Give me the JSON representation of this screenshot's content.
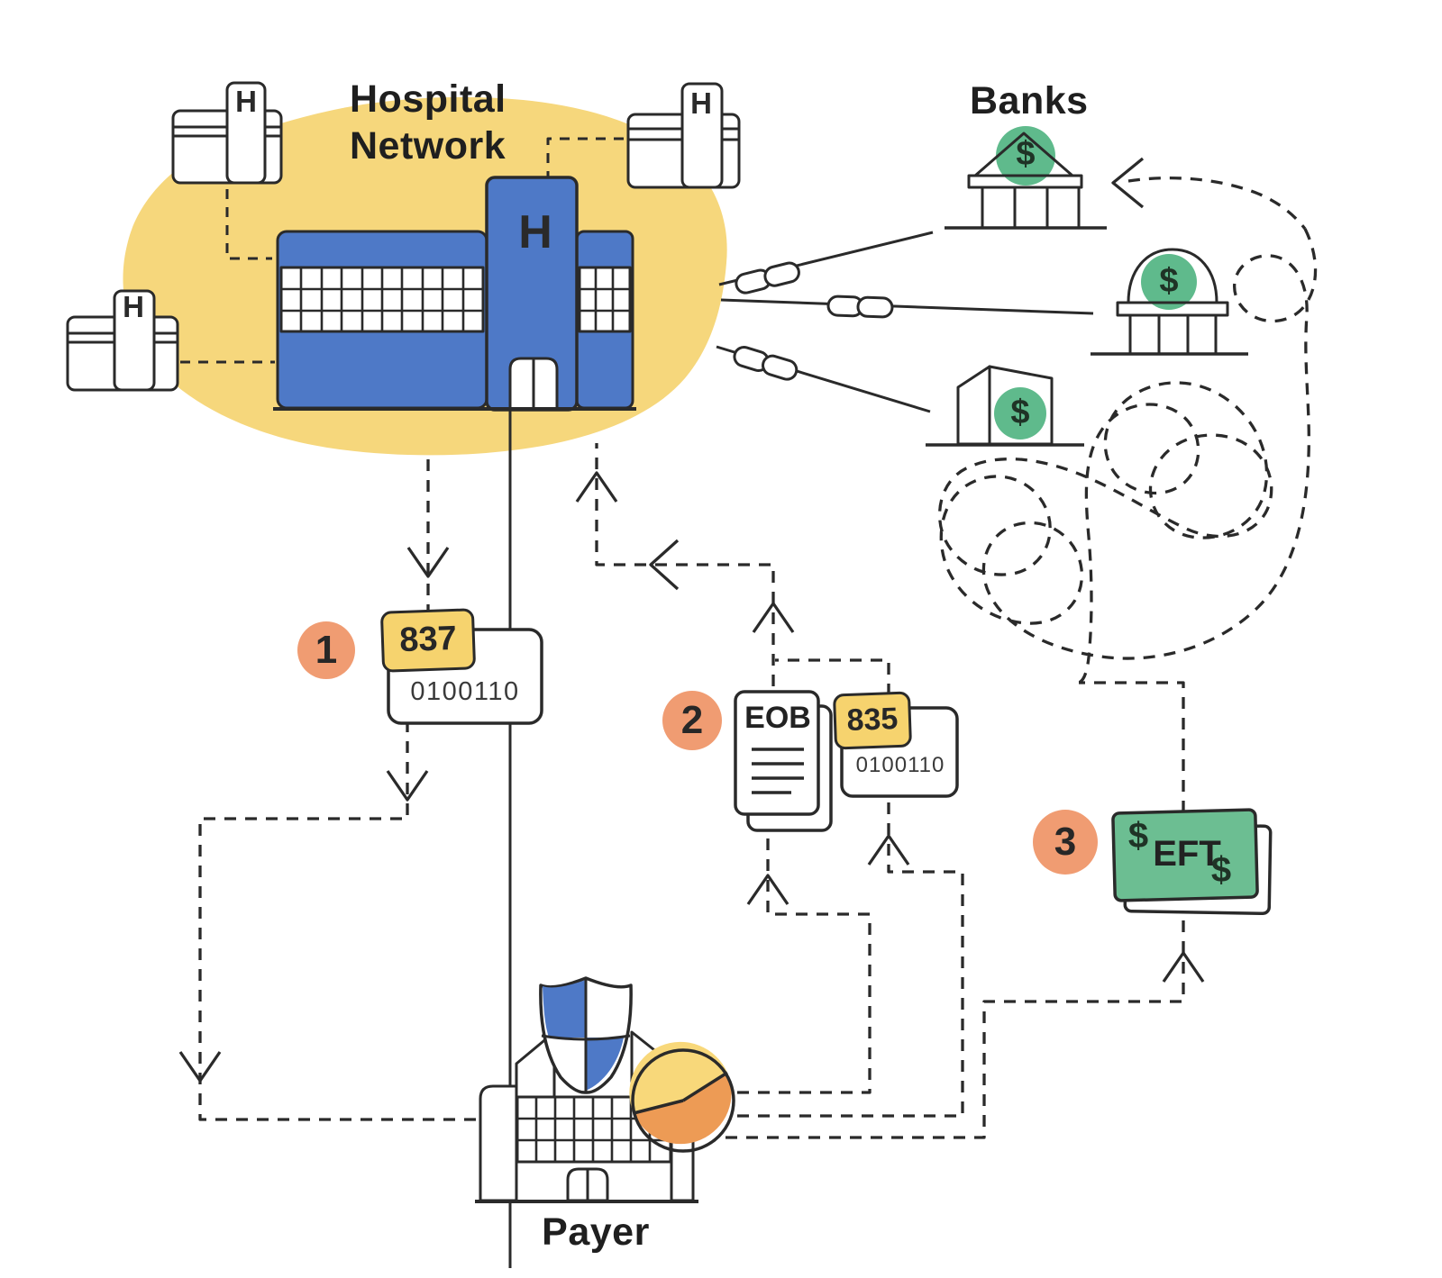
{
  "labels": {
    "hospital_network": "Hospital Network",
    "banks": "Banks",
    "payer": "Payer"
  },
  "steps": [
    {
      "number": "1",
      "tag": "837",
      "binary": "0100110"
    },
    {
      "number": "2",
      "document": "EOB",
      "tag": "835",
      "binary": "0100110"
    },
    {
      "number": "3",
      "payment": "EFT"
    }
  ],
  "glyphs": {
    "hospital_letter": "H",
    "dollar_sign": "$"
  },
  "colors": {
    "blob_yellow": "#F6D77C",
    "tag_yellow": "#F6D36E",
    "building_blue": "#4E79C7",
    "shield_blue": "#4E79C7",
    "money_green": "#6CBE92",
    "bank_badge_green": "#5FBA8C",
    "step_orange": "#F09C72",
    "pie_yellow": "#F8D87A",
    "pie_orange": "#ED9B55",
    "ink": "#2A2A2A"
  }
}
